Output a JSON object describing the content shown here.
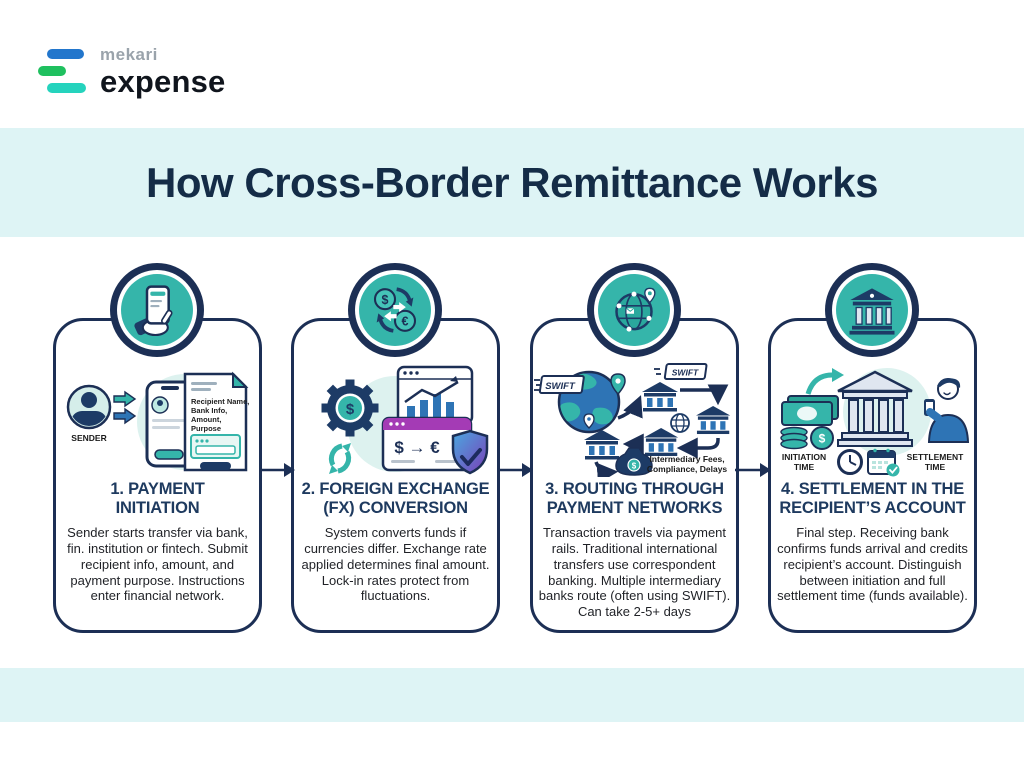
{
  "brand": {
    "logo_word_top": "mekari",
    "logo_word_bottom": "expense"
  },
  "title": "How Cross-Border Remittance Works",
  "colors": {
    "navy_border": "#1c2f55",
    "navy_fill": "#1d3b66",
    "teal": "#35b5aa",
    "blue": "#2e74b5",
    "purple_header": "#a43bb5",
    "band_cyan": "#def4f5",
    "heading_text": "#1e3a5f",
    "title_text": "#142c47",
    "logo_blue": "#2276cc",
    "logo_green": "#1fc05f",
    "logo_teal": "#25d3bd"
  },
  "symbols": {
    "dollar": "$",
    "euro": "€"
  },
  "steps": [
    {
      "icon": "phone-hand-icon",
      "heading_line1": "1. PAYMENT",
      "heading_line2": "INITIATION",
      "body": "Sender starts transfer via bank, fin. institution or fintech. Submit recipient info, amount, and payment purpose. Instructions enter financial network.",
      "labels": {
        "sender": "SENDER",
        "doc_line1": "Recipient Name,",
        "doc_line2": "Bank Info,",
        "doc_line3": "Amount,",
        "doc_line4": "Purpose"
      }
    },
    {
      "icon": "currency-exchange-icon",
      "heading_line1": "2. FOREIGN EXCHANGE",
      "heading_line2": "(FX) CONVERSION",
      "body": "System converts funds if currencies differ. Exchange rate applied determines final amount. Lock-in rates protect from fluctuations.",
      "labels": {
        "conversion": "$ → €"
      }
    },
    {
      "icon": "global-network-icon",
      "heading_line1": "3. ROUTING THROUGH",
      "heading_line2": "PAYMENT NETWORKS",
      "body": "Transaction travels via payment rails. Traditional international transfers use correspondent banking. Multiple intermediary banks route (often using SWIFT). Can take 2-5+ days",
      "labels": {
        "swift_left": "SWIFT",
        "swift_right": "SWIFT",
        "fees_line1": "Intermediary Fees,",
        "fees_line2": "Compliance, Delays"
      }
    },
    {
      "icon": "bank-icon",
      "heading_line1": "4. SETTLEMENT IN THE",
      "heading_line2": "RECIPIENT’S ACCOUNT",
      "body": "Final step. Receiving bank confirms funds arrival and credits recipient’s account. Distinguish between initiation and full settlement time (funds available).",
      "labels": {
        "initiation_1": "INITIATION",
        "initiation_2": "TIME",
        "settlement_1": "SETTLEMENT",
        "settlement_2": "TIME"
      }
    }
  ]
}
